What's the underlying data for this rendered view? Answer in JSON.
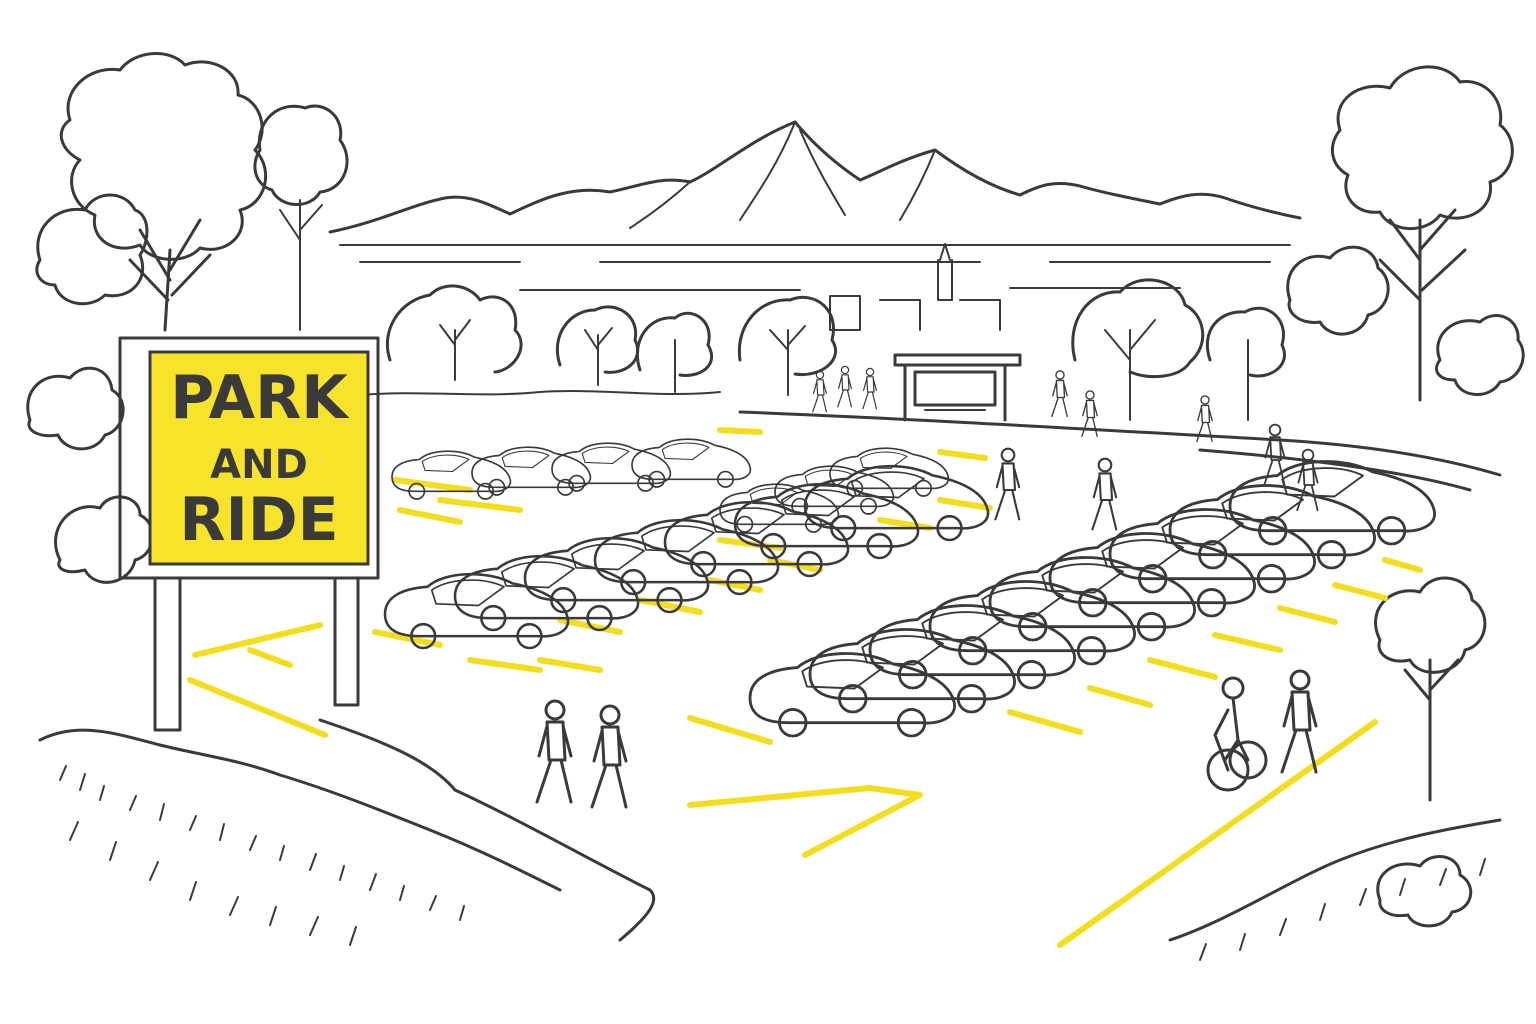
{
  "sign": {
    "line1": "PARK",
    "line2": "AND",
    "line3": "RIDE"
  },
  "colors": {
    "ink": "#3a3a3a",
    "sign_yellow": "#f7e42a",
    "marking_yellow": "#f2de1c",
    "paper": "#ffffff"
  }
}
